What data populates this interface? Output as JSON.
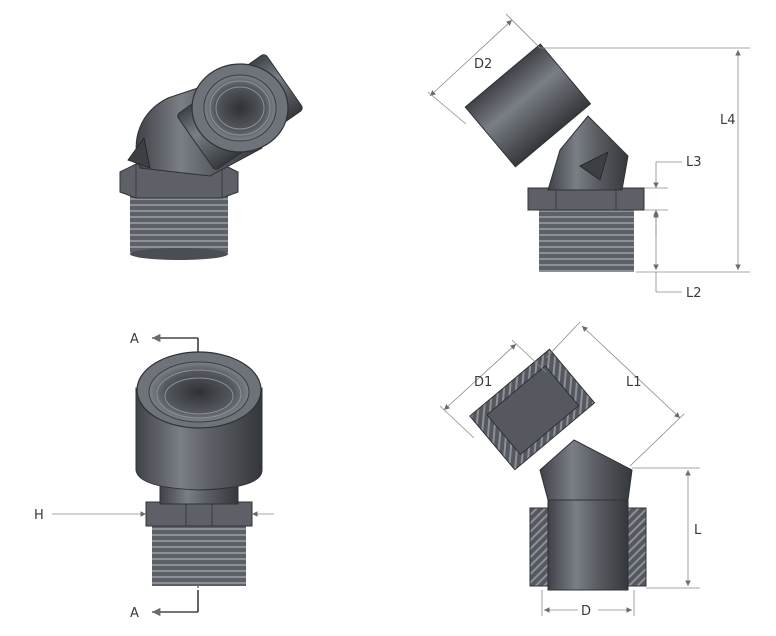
{
  "labels": {
    "d2": "D2",
    "l4": "L4",
    "l3": "L3",
    "l2": "L2",
    "d1": "D1",
    "l1": "L1",
    "l": "L",
    "d": "D",
    "h": "H",
    "section_top": "A",
    "section_bottom": "A"
  },
  "colors": {
    "body_dark": "#4a4d53",
    "body_mid": "#6b6f76",
    "body_light": "#8e939a",
    "highlight": "#b8bcc2",
    "dim_line": "#8a8a8a",
    "text": "#3a3a3a"
  }
}
